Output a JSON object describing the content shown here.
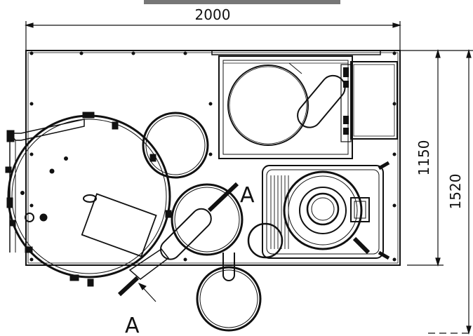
{
  "dimensions": {
    "top_width": "2000",
    "inner_height": "1150",
    "outer_height": "1520"
  },
  "section_markers": {
    "top": "A",
    "bottom": "A"
  }
}
